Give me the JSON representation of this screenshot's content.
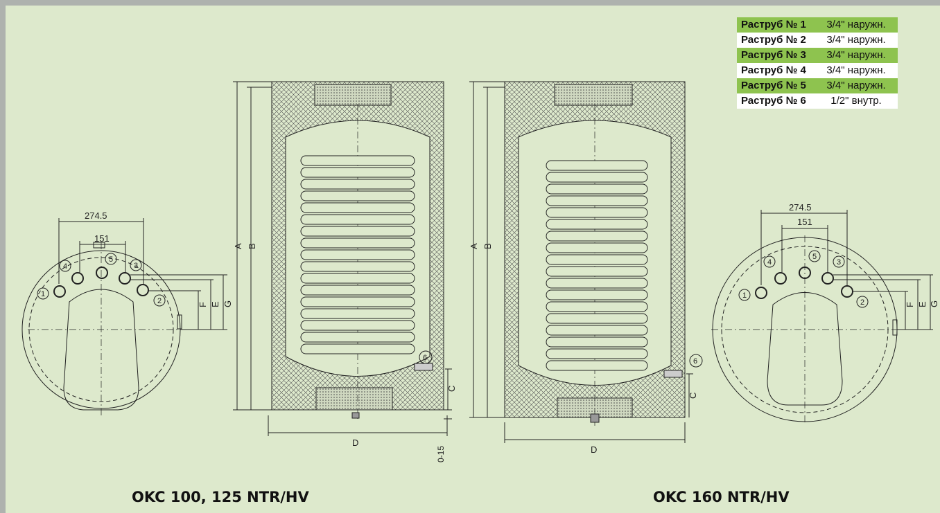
{
  "table": {
    "rows": [
      {
        "name": "Раструб № 1",
        "value": "3/4\" наружн."
      },
      {
        "name": "Раструб № 2",
        "value": "3/4\" наружн."
      },
      {
        "name": "Раструб № 3",
        "value": "3/4\" наружн."
      },
      {
        "name": "Раструб № 4",
        "value": "3/4\" наружн."
      },
      {
        "name": "Раструб № 5",
        "value": "3/4\" наружн."
      },
      {
        "name": "Раструб № 6",
        "value": "1/2\" внутр."
      }
    ]
  },
  "left": {
    "caption": "OKC 100, 125 NTR/HV",
    "dim_wide": "274.5",
    "dim_narrow": "151",
    "dim_A": "A",
    "dim_B": "B",
    "dim_C": "C",
    "dim_D": "D",
    "dim_E": "E",
    "dim_F": "F",
    "dim_G": "G",
    "dim_gap": "0-15",
    "ports": [
      "1",
      "2",
      "3",
      "4",
      "5"
    ],
    "port_side": "6"
  },
  "right": {
    "caption": "OKC 160 NTR/HV",
    "dim_wide": "274.5",
    "dim_narrow": "151",
    "dim_A": "A",
    "dim_B": "B",
    "dim_C": "C",
    "dim_D": "D",
    "dim_E": "E",
    "dim_F": "F",
    "dim_G": "G",
    "ports": [
      "1",
      "2",
      "3",
      "4",
      "5"
    ],
    "port_side": "6"
  },
  "colors": {
    "background": "#dde9cc",
    "frame": "#aeb2ae",
    "table_accent": "#8ec34f",
    "line": "#222222"
  }
}
